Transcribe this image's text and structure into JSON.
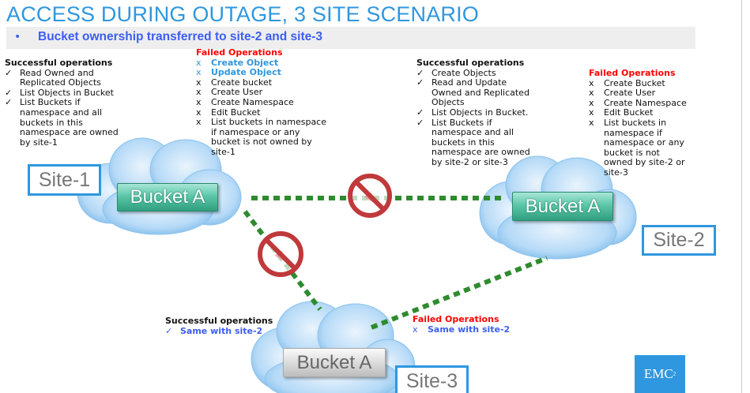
{
  "title": "ACCESS DURING OUTAGE, 3 SITE SCENARIO",
  "subtitle": {
    "bullet": "•",
    "text": "Bucket ownership transferred to site-2 and site-3"
  },
  "sites": [
    {
      "label": "Site-1",
      "bucket": "Bucket A",
      "bucket_color": "green"
    },
    {
      "label": "Site-2",
      "bucket": "Bucket A",
      "bucket_color": "green"
    },
    {
      "label": "Site-3",
      "bucket": "Bucket A",
      "bucket_color": "gray"
    }
  ],
  "site1": {
    "successful": {
      "header": "Successful operations",
      "items": [
        {
          "mark": "✓",
          "text": "Read Owned and Replicated Objects"
        },
        {
          "mark": "✓",
          "text": "List Objects in Bucket"
        },
        {
          "mark": "✓",
          "text": "List Buckets if namespace and all buckets in this namespace are owned by site-1"
        }
      ]
    },
    "failed": {
      "header": "Failed Operations",
      "items": [
        {
          "mark": "x",
          "text": "Create Object",
          "highlight": true
        },
        {
          "mark": "x",
          "text": "Update Object",
          "highlight": true
        },
        {
          "mark": "x",
          "text": "Create bucket"
        },
        {
          "mark": "x",
          "text": "Create User"
        },
        {
          "mark": "x",
          "text": "Create Namespace"
        },
        {
          "mark": "x",
          "text": "Edit Bucket"
        },
        {
          "mark": "x",
          "text": "List buckets in namespace if namespace or any bucket is not owned by site-1"
        }
      ]
    }
  },
  "site2": {
    "successful": {
      "header": "Successful operations",
      "items": [
        {
          "mark": "✓",
          "text": "Create Objects"
        },
        {
          "mark": "✓",
          "text": "Read and Update Owned and Replicated Objects"
        },
        {
          "mark": "✓",
          "text": "List Objects in Bucket."
        },
        {
          "mark": "✓",
          "text": "List Buckets if namespace and all buckets in this namespace are owned by site-2 or site-3"
        }
      ]
    },
    "failed": {
      "header": "Failed Operations",
      "items": [
        {
          "mark": "x",
          "text": "Create Bucket"
        },
        {
          "mark": "x",
          "text": "Create User"
        },
        {
          "mark": "x",
          "text": "Create Namespace"
        },
        {
          "mark": "x",
          "text": "Edit Bucket"
        },
        {
          "mark": "x",
          "text": "List buckets in namespace if namespace or any bucket is not owned by site-2 or site-3"
        }
      ]
    }
  },
  "site3": {
    "successful": {
      "header": "Successful operations",
      "items": [
        {
          "mark": "✓",
          "text": "Same with site-2"
        }
      ]
    },
    "failed": {
      "header": "Failed Operations",
      "items": [
        {
          "mark": "x",
          "text": "Same with site-2"
        }
      ]
    }
  },
  "links": [
    {
      "from": "Site-1",
      "to": "Site-2",
      "status": "down"
    },
    {
      "from": "Site-1",
      "to": "Site-3",
      "status": "down"
    },
    {
      "from": "Site-3",
      "to": "Site-2",
      "status": "up"
    }
  ],
  "logo": {
    "text": "EMC",
    "sup": "2"
  },
  "colors": {
    "title": "#2f97df",
    "subtitle": "#3d5df2",
    "failed_header": "#ff0000",
    "link": "#2e8b2e",
    "no_sign": "#c0393b",
    "logo_bg": "#2f97df"
  }
}
